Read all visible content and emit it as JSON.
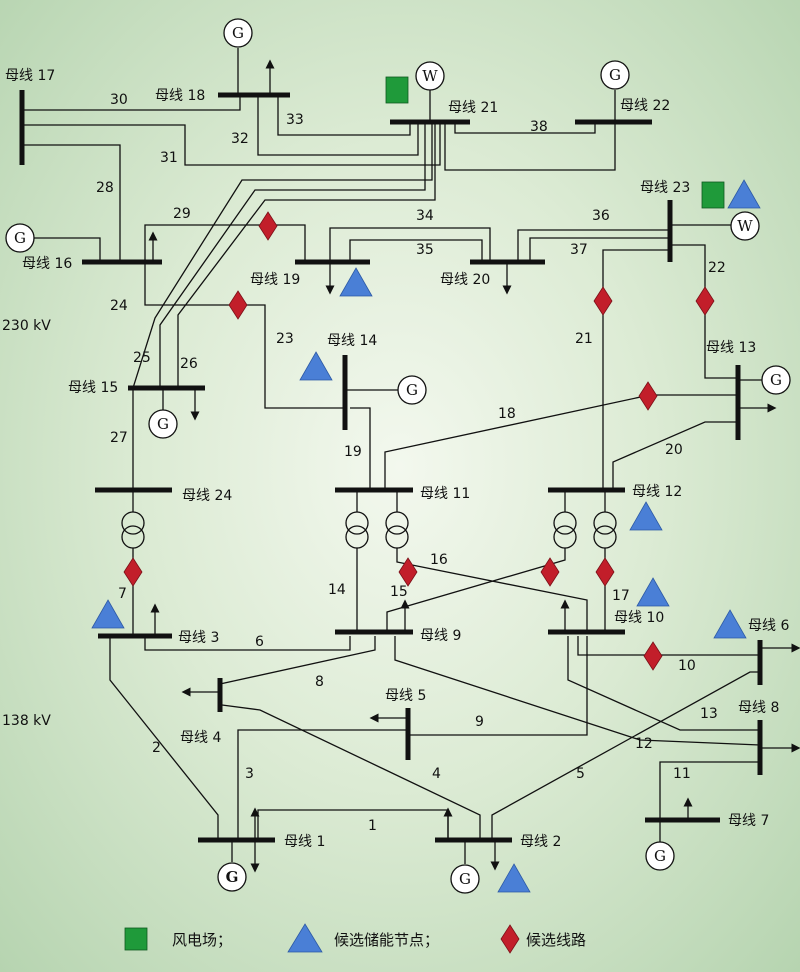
{
  "buses": {
    "b1": "母线 1",
    "b2": "母线 2",
    "b3": "母线 3",
    "b4": "母线 4",
    "b5": "母线 5",
    "b6": "母线 6",
    "b7": "母线 7",
    "b8": "母线 8",
    "b9": "母线 9",
    "b10": "母线 10",
    "b11": "母线 11",
    "b12": "母线 12",
    "b13": "母线 13",
    "b14": "母线 14",
    "b15": "母线 15",
    "b16": "母线 16",
    "b17": "母线 17",
    "b18": "母线 18",
    "b19": "母线 19",
    "b20": "母线 20",
    "b21": "母线 21",
    "b22": "母线 22",
    "b23": "母线 23",
    "b24": "母线 24"
  },
  "lines": [
    "1",
    "2",
    "3",
    "4",
    "5",
    "6",
    "7",
    "8",
    "9",
    "10",
    "11",
    "12",
    "13",
    "14",
    "15",
    "16",
    "17",
    "18",
    "19",
    "20",
    "21",
    "22",
    "23",
    "24",
    "25",
    "26",
    "27",
    "28",
    "29",
    "30",
    "31",
    "32",
    "33",
    "34",
    "35",
    "36",
    "37",
    "38"
  ],
  "symbols": {
    "generator": "G",
    "wind": "W"
  },
  "voltage": {
    "high": "230 kV",
    "low": "138 kV"
  },
  "legend": {
    "wind_farm": "风电场；",
    "storage_node": "候选储能节点；",
    "candidate_line": "候选线路"
  },
  "colors": {
    "wind_farm": "#1f9a3a",
    "storage": "#4a7fd6",
    "candidate": "#c21e2a"
  }
}
